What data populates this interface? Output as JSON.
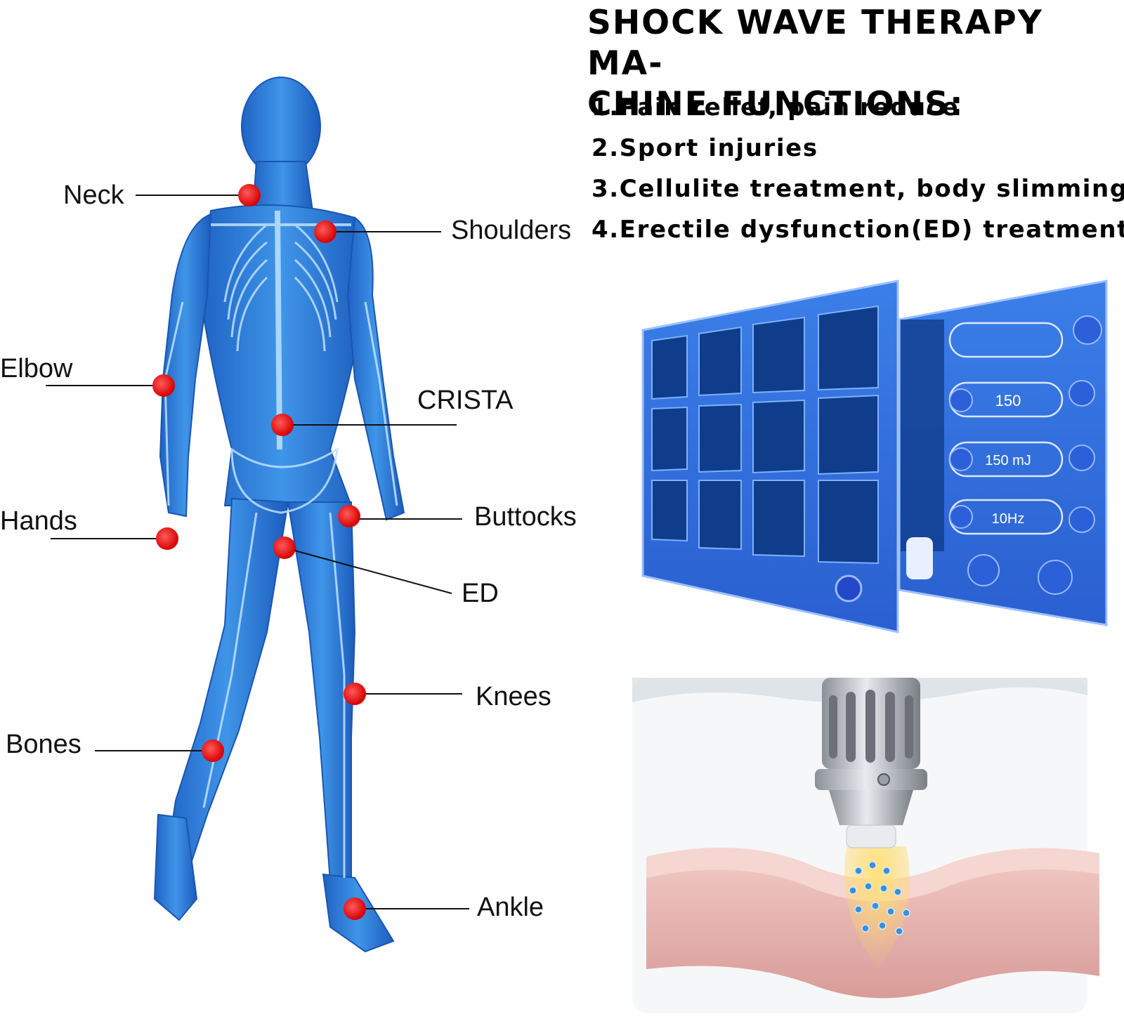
{
  "header": {
    "title": "SHOCK WAVE THERAPY MACHINE FUNCTIONS:",
    "title_line1": "SHOCK WAVE THERAPY MA-",
    "title_line2": "CHINE FUNCTIONS:"
  },
  "functions": [
    "1.Pain relief, pain reduce",
    "2.Sport injuries",
    "3.Cellulite treatment, body slimming",
    "4.Erectile dysfunction(ED) treatment"
  ],
  "body_points": {
    "neck": "Neck",
    "shoulders": "Shoulders",
    "elbow": "Elbow",
    "crista": "CRISTA",
    "hands": "Hands",
    "buttocks": "Buttocks",
    "ed": "ED",
    "knees": "Knees",
    "bones": "Bones",
    "ankle": "Ankle"
  },
  "screen": {
    "energy_value": "150",
    "mj_value": "150 mJ",
    "freq_value": "10Hz"
  },
  "colors": {
    "body_blue": "#2d7fd6",
    "marker_red": "#e8141a",
    "screen_blue": "#2f6fe0",
    "tissue_pink": "#e8b4b0"
  }
}
